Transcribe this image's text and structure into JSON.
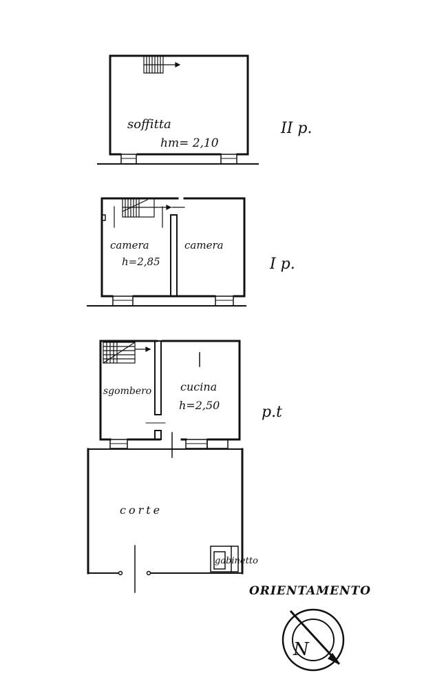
{
  "floor2": {
    "room": "soffitta",
    "height": "hm= 2,10",
    "floor_label": "II p."
  },
  "floor1": {
    "room_left": "camera",
    "height_left": "h=2,85",
    "room_right": "camera",
    "floor_label": "I p."
  },
  "ground": {
    "room_left": "sgombero",
    "room_right": "cucina",
    "height_right": "h=2,50",
    "floor_label": "p.t",
    "court": "corte",
    "wc": "gabinetto"
  },
  "orientation": {
    "label": "ORIENTAMENTO",
    "north": "N"
  }
}
